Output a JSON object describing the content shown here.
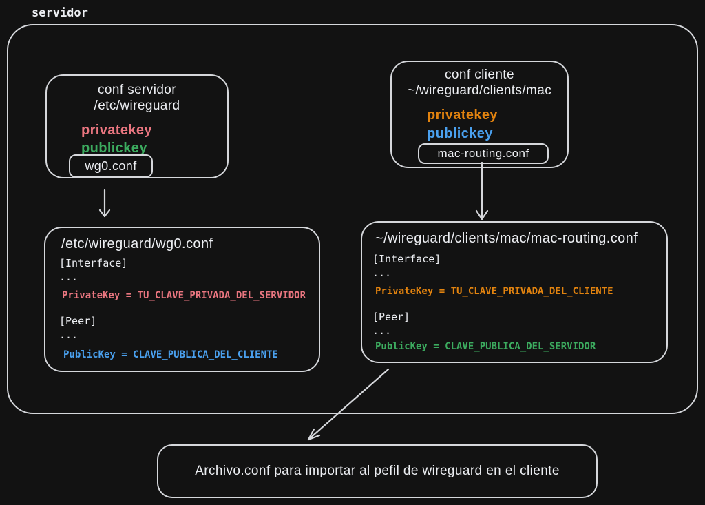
{
  "colors": {
    "background": "#121212",
    "stroke": "#d5d7db",
    "text": "#eceef2",
    "red": "#ea7680",
    "green": "#3cab5f",
    "orange": "#e2830f",
    "blue": "#4aa0ee"
  },
  "outer_label": "servidor",
  "server_files_box": {
    "title1": "conf servidor",
    "title2": "/etc/wireguard",
    "privatekey_label": "privatekey",
    "publickey_label": "publickey",
    "file_label": "wg0.conf"
  },
  "client_files_box": {
    "title1": "conf cliente",
    "title2": "~/wireguard/clients/mac",
    "privatekey_label": "privatekey",
    "publickey_label": "publickey",
    "file_label": "mac-routing.conf"
  },
  "server_conf_box": {
    "title": "/etc/wireguard/wg0.conf",
    "interface_header": "[Interface]",
    "dots1": "...",
    "privatekey_line": "PrivateKey = TU_CLAVE_PRIVADA_DEL_SERVIDOR",
    "peer_header": "[Peer]",
    "dots2": "...",
    "publickey_line": "PublicKey = CLAVE_PUBLICA_DEL_CLIENTE"
  },
  "client_conf_box": {
    "title": "~/wireguard/clients/mac/mac-routing.conf",
    "interface_header": "[Interface]",
    "dots1": "...",
    "privatekey_line": "PrivateKey = TU_CLAVE_PRIVADA_DEL_CLIENTE",
    "peer_header": "[Peer]",
    "dots2": "...",
    "publickey_line": "PublicKey = CLAVE_PUBLICA_DEL_SERVIDOR"
  },
  "import_note": {
    "text": "Archivo.conf para importar al pefil de wireguard en el cliente"
  }
}
